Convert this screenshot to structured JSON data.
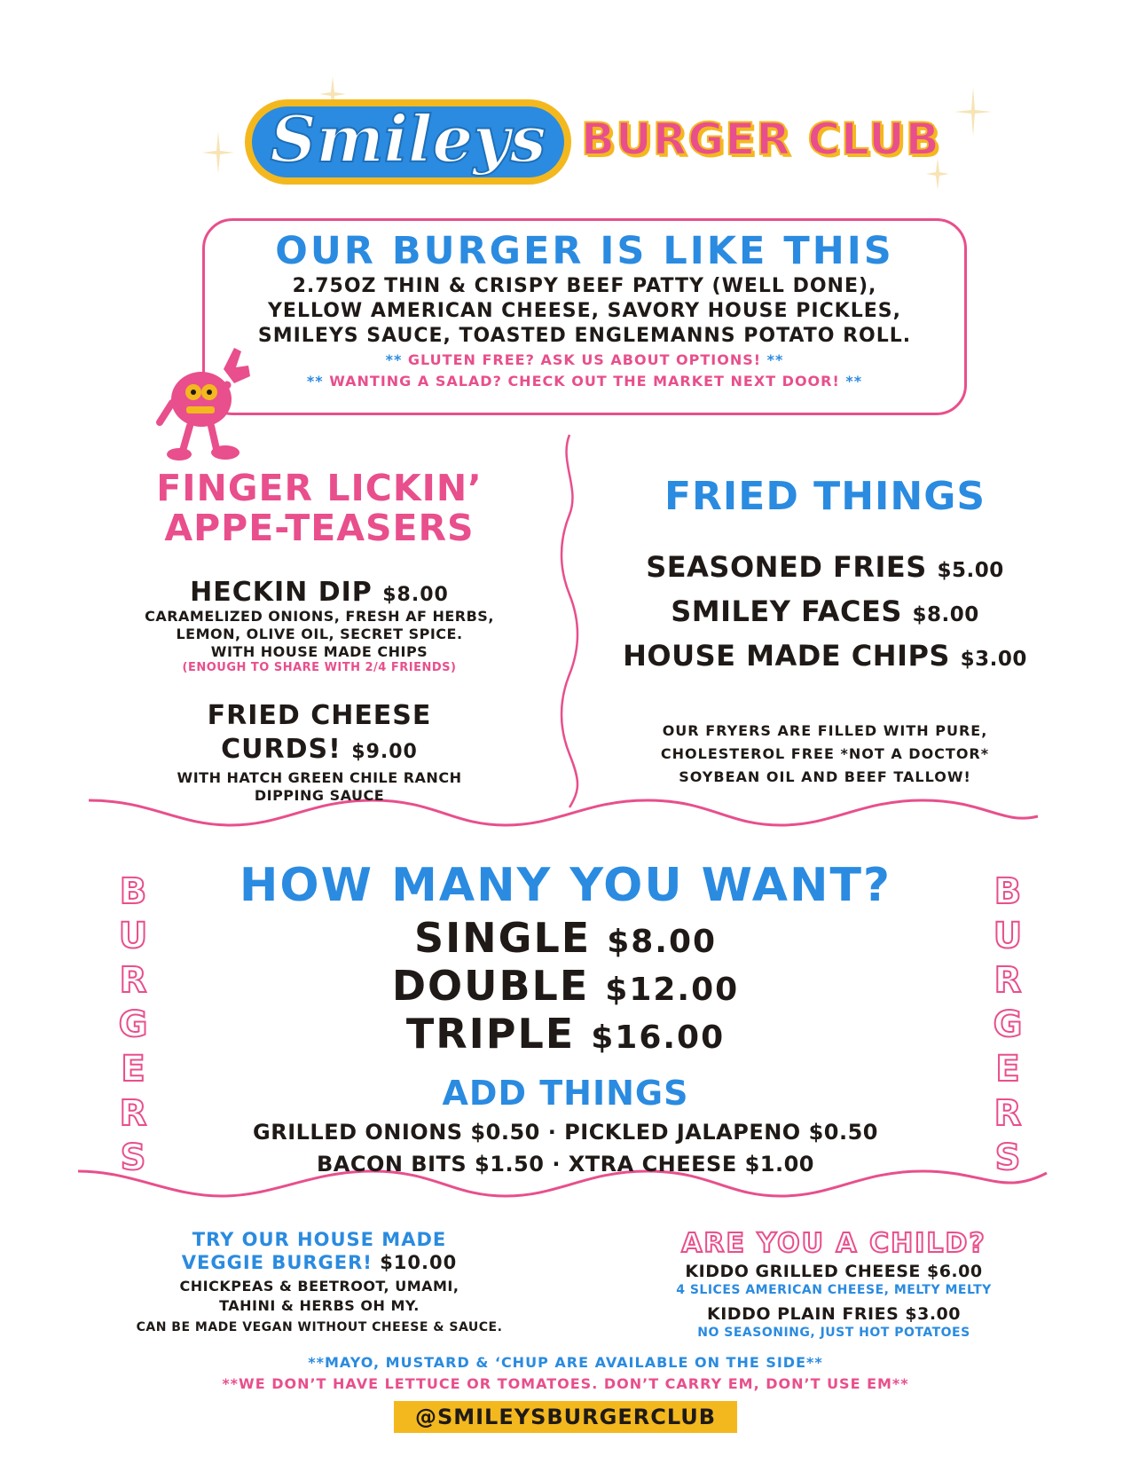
{
  "brand": {
    "script": "Smileys",
    "club": "BURGER CLUB",
    "colors": {
      "blue": "#2a8be0",
      "pink": "#e84f8c",
      "yellow": "#f4b81f",
      "dark": "#1f1a17"
    }
  },
  "intro": {
    "title": "OUR BURGER IS LIKE THIS",
    "lines": [
      "2.75OZ THIN & CRISPY BEEF PATTY (WELL DONE),",
      "YELLOW AMERICAN CHEESE, SAVORY HOUSE PICKLES,",
      "SMILEYS SAUCE, TOASTED ENGLEMANNS POTATO ROLL."
    ],
    "note_marks": "**",
    "gluten_note": "GLUTEN FREE? ASK US ABOUT OPTIONS!",
    "salad_note": "WANTING A SALAD? CHECK OUT THE MARKET NEXT DOOR!"
  },
  "mascot": {
    "icon": "burger-mascot-icon"
  },
  "appetizers": {
    "title_line1": "FINGER LICKIN’",
    "title_line2": "APPE-TEASERS",
    "items": [
      {
        "name": "HECKIN DIP",
        "price": "$8.00",
        "desc": [
          "CARAMELIZED ONIONS, FRESH AF HERBS,",
          "LEMON, OLIVE OIL, SECRET SPICE.",
          "WITH HOUSE MADE CHIPS"
        ],
        "note": "(ENOUGH TO SHARE WITH 2/4 FRIENDS)"
      },
      {
        "name_line1": "FRIED CHEESE",
        "name_line2": "CURDS!",
        "price": "$9.00",
        "desc": [
          "WITH HATCH GREEN CHILE RANCH",
          "DIPPING SAUCE"
        ]
      }
    ]
  },
  "fried": {
    "title": "FRIED THINGS",
    "items": [
      {
        "name": "SEASONED FRIES",
        "price": "$5.00"
      },
      {
        "name": "SMILEY FACES",
        "price": "$8.00"
      },
      {
        "name": "HOUSE MADE CHIPS",
        "price": "$3.00"
      }
    ],
    "note": [
      "OUR FRYERS ARE FILLED WITH PURE,",
      "CHOLESTEROL FREE *NOT A DOCTOR*",
      "SOYBEAN OIL AND BEEF TALLOW!"
    ]
  },
  "burgers": {
    "side_word": "BURGERS",
    "title": "HOW MANY YOU WANT?",
    "sizes": [
      {
        "name": "SINGLE",
        "price": "$8.00"
      },
      {
        "name": "DOUBLE",
        "price": "$12.00"
      },
      {
        "name": "TRIPLE",
        "price": "$16.00"
      }
    ],
    "add_title": "ADD THINGS",
    "add_lines": [
      "GRILLED ONIONS $0.50 · PICKLED JALAPENO $0.50",
      "BACON BITS $1.50 · XTRA CHEESE $1.00"
    ]
  },
  "veggie": {
    "line1": "TRY OUR HOUSE MADE",
    "line2": "VEGGIE BURGER!",
    "price": "$10.00",
    "desc": [
      "CHICKPEAS & BEETROOT, UMAMI,",
      "TAHINI & HERBS OH MY."
    ],
    "vegan_note": "CAN BE MADE VEGAN WITHOUT CHEESE & SAUCE."
  },
  "kids": {
    "title": "ARE YOU A CHILD?",
    "items": [
      {
        "label": "KIDDO GRILLED CHEESE $6.00",
        "note": "4 SLICES AMERICAN CHEESE, MELTY MELTY"
      },
      {
        "label": "KIDDO PLAIN FRIES $3.00",
        "note": "NO SEASONING, JUST HOT POTATOES"
      }
    ]
  },
  "footer": {
    "condiments": "**MAYO, MUSTARD & ‘CHUP ARE AVAILABLE ON THE SIDE**",
    "no_veg": "**WE DON’T HAVE LETTUCE OR TOMATOES. DON’T CARRY EM, DON’T USE EM**",
    "handle": "@SMILEYSBURGERCLUB"
  }
}
